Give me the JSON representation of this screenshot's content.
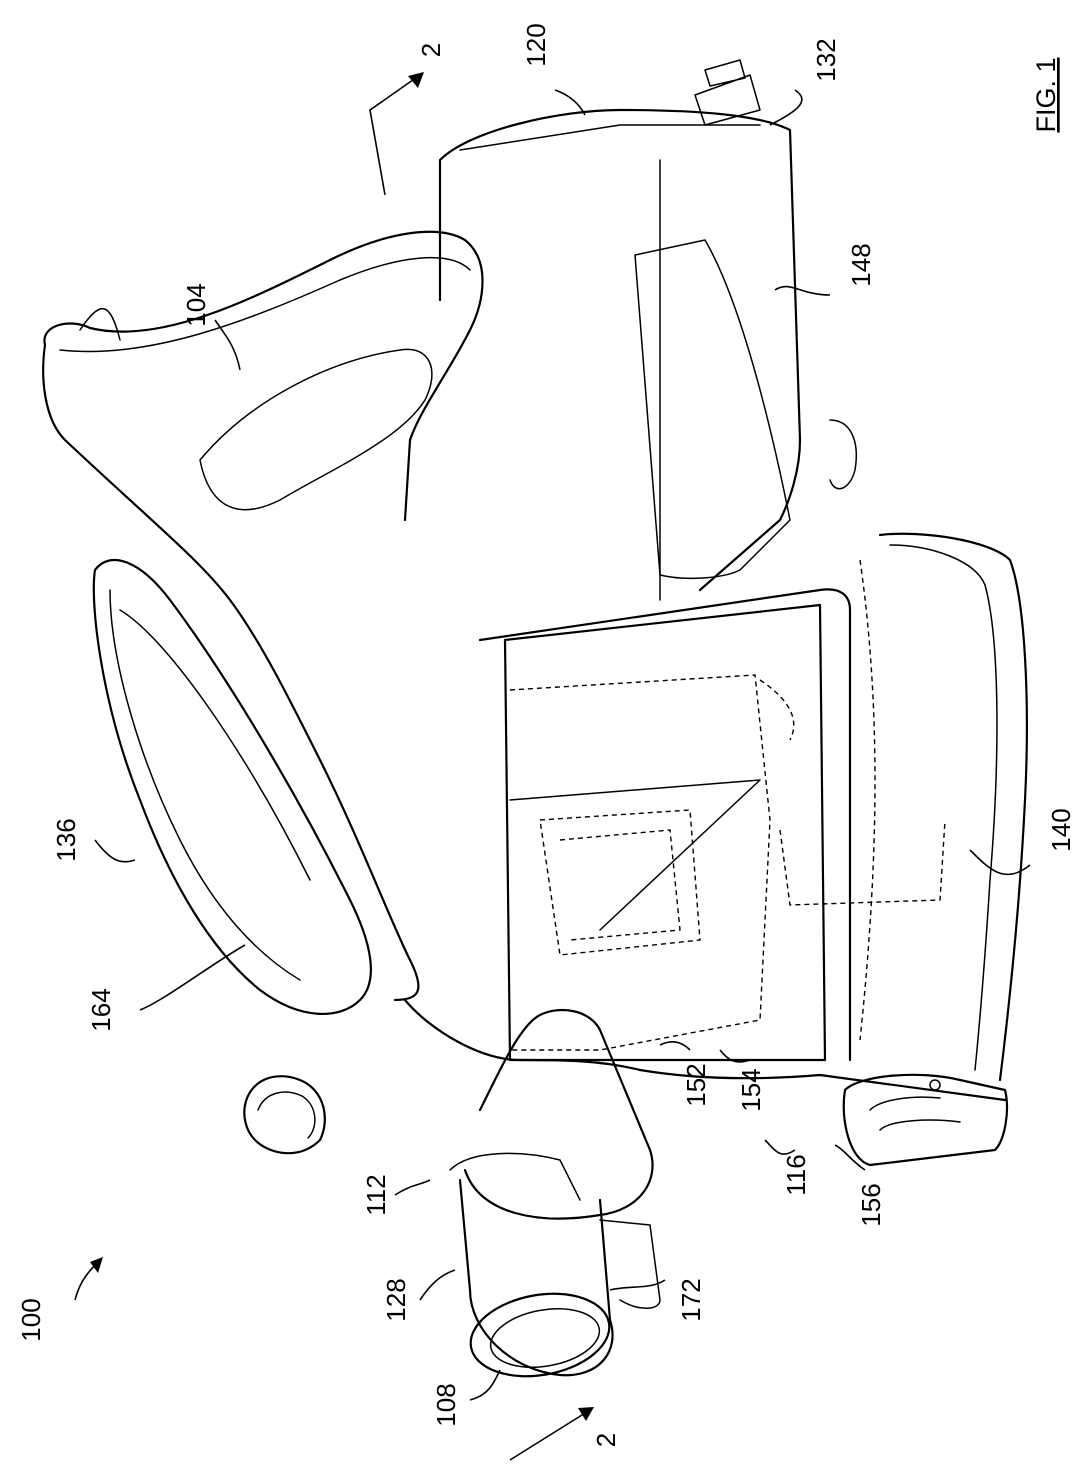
{
  "figure_label": "FIG. 1",
  "reference_numerals": {
    "device": "100",
    "handle": "104",
    "nozzle_inlet": "108",
    "front_end": "112",
    "bottom_end": "116",
    "rear_end": "120",
    "nozzle_collar": "128",
    "motor_housing": "132",
    "top_cover": "136",
    "dirt_cup": "140",
    "side_panel": "148",
    "inlet_duct": "152",
    "separator": "154",
    "latch": "156",
    "cover_face": "164",
    "nozzle_tube": "172"
  },
  "section_marks": {
    "upper": "2",
    "lower": "2"
  }
}
